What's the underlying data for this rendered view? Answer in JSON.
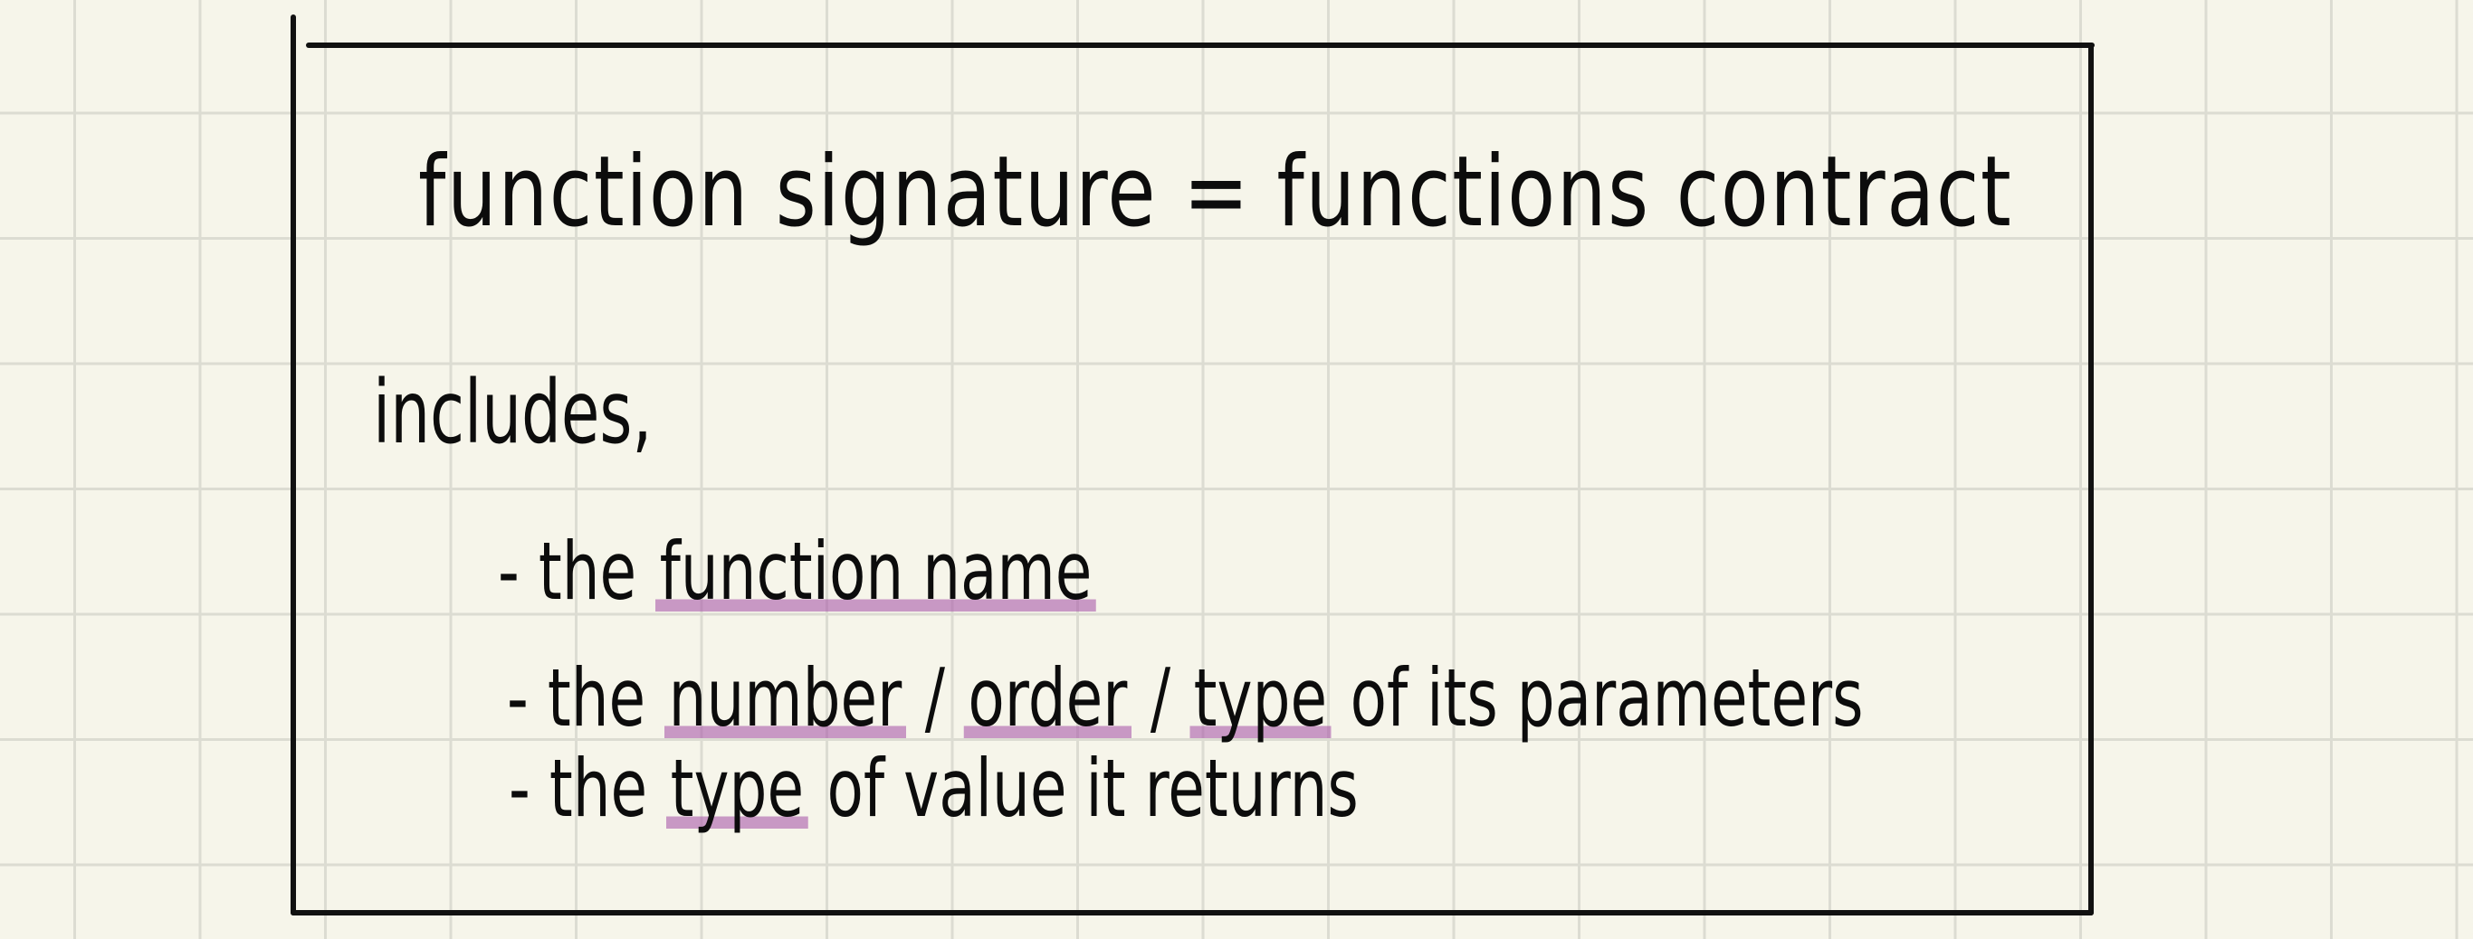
{
  "note": {
    "heading_left": "function signature",
    "heading_eq": "=",
    "heading_right": "functions contract",
    "intro": "includes,",
    "bullets": [
      {
        "dash": "-",
        "parts": [
          "the",
          "function name"
        ]
      },
      {
        "dash": "-",
        "parts": [
          "the",
          "number",
          "/",
          "order",
          "/",
          "type",
          "of its parameters"
        ]
      },
      {
        "dash": "-",
        "parts": [
          "the",
          "type",
          "of value it returns"
        ]
      }
    ]
  },
  "colors": {
    "paper": "#f6f5ea",
    "grid": "#dcdcd2",
    "ink": "#0c0c0c",
    "highlight": "#b07ab4"
  }
}
